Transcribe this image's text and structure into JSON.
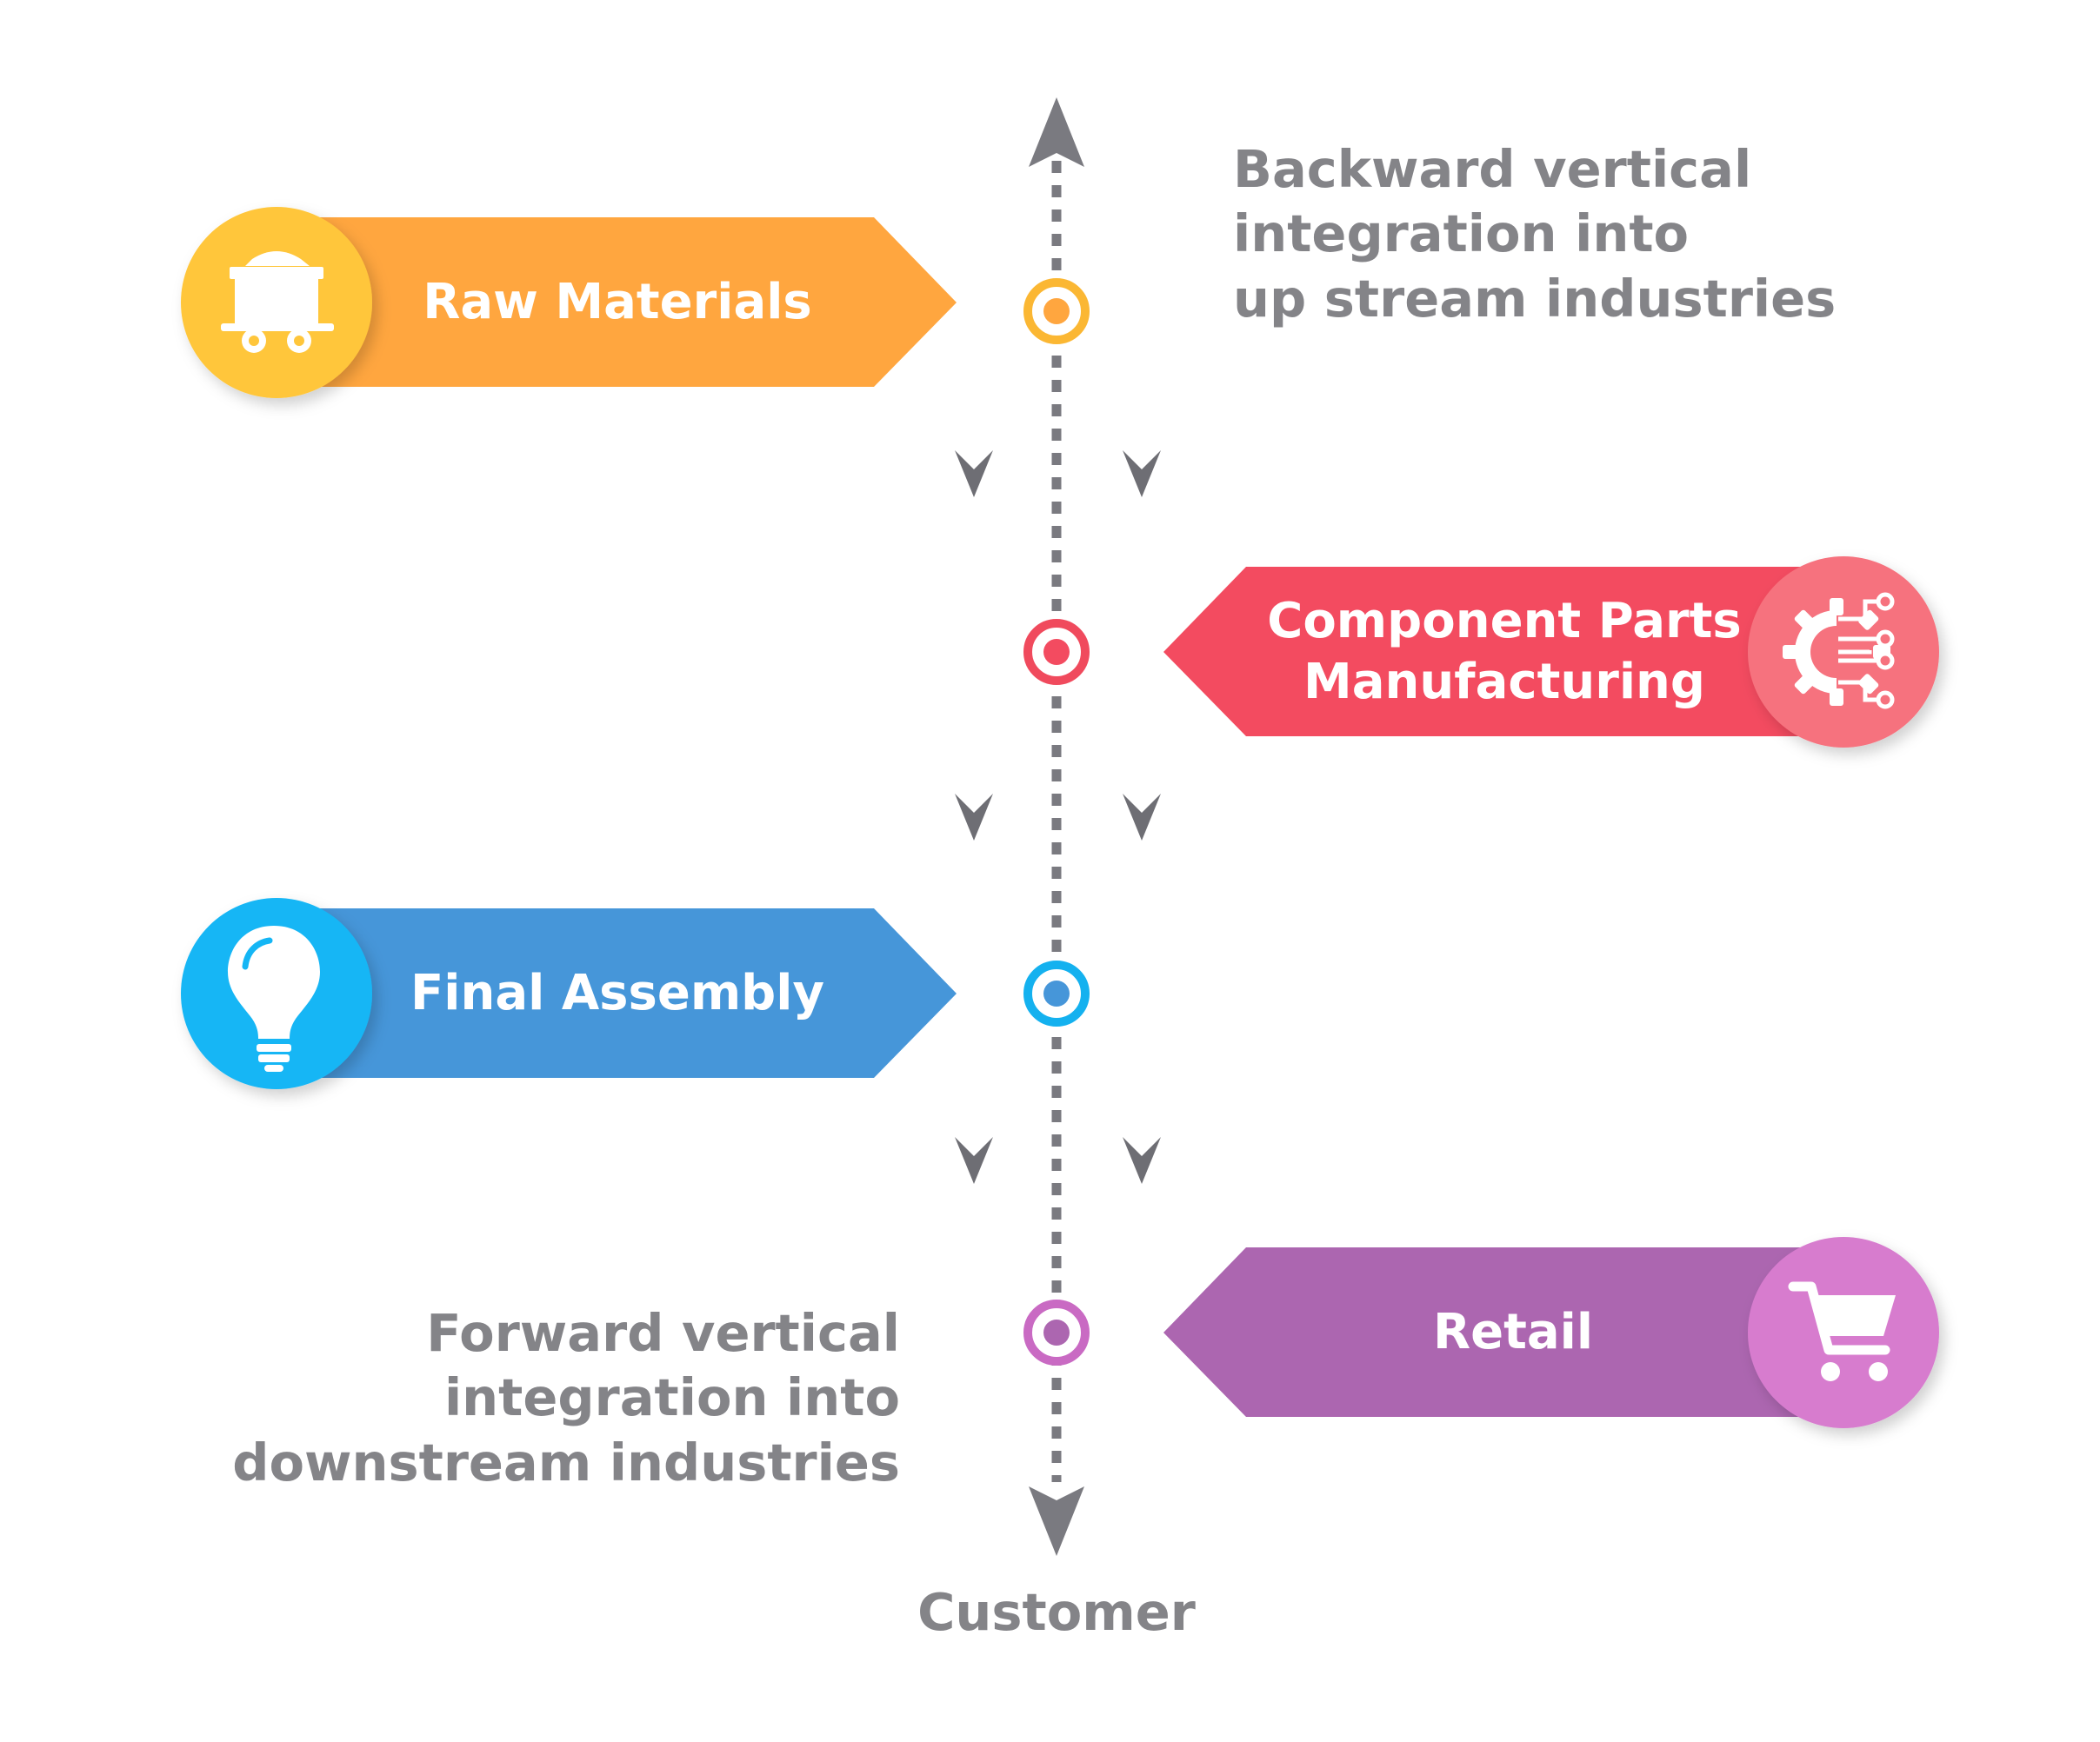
{
  "stages": [
    {
      "label": "Raw Materials",
      "icon": "mine-cart-icon",
      "color": "#ffa63f",
      "circle_color": "#ffc63b",
      "dot_color": "#fbb733"
    },
    {
      "label": "Component Parts\nManufacturing",
      "icon": "gear-circuit-icon",
      "color": "#f34b60",
      "circle_color": "#f6727e",
      "dot_color": "#f04a5d"
    },
    {
      "label": "Final Assembly",
      "icon": "light-bulb-icon",
      "color": "#4696d9",
      "circle_color": "#14b6f5",
      "dot_color": "#14b1ef"
    },
    {
      "label": "Retail",
      "icon": "shopping-cart-icon",
      "color": "#ac66b0",
      "circle_color": "#d77cce",
      "dot_color": "#c96ac3"
    }
  ],
  "annotations": {
    "backward": "Backward vertical\nintegration into\nup stream industries",
    "forward": "Forward vertical\nintegration into\ndownstream industries",
    "customer": "Customer"
  },
  "colors": {
    "axis": "#7a7a80",
    "chevron": "#6e6e74",
    "text_gray": "#848488"
  }
}
